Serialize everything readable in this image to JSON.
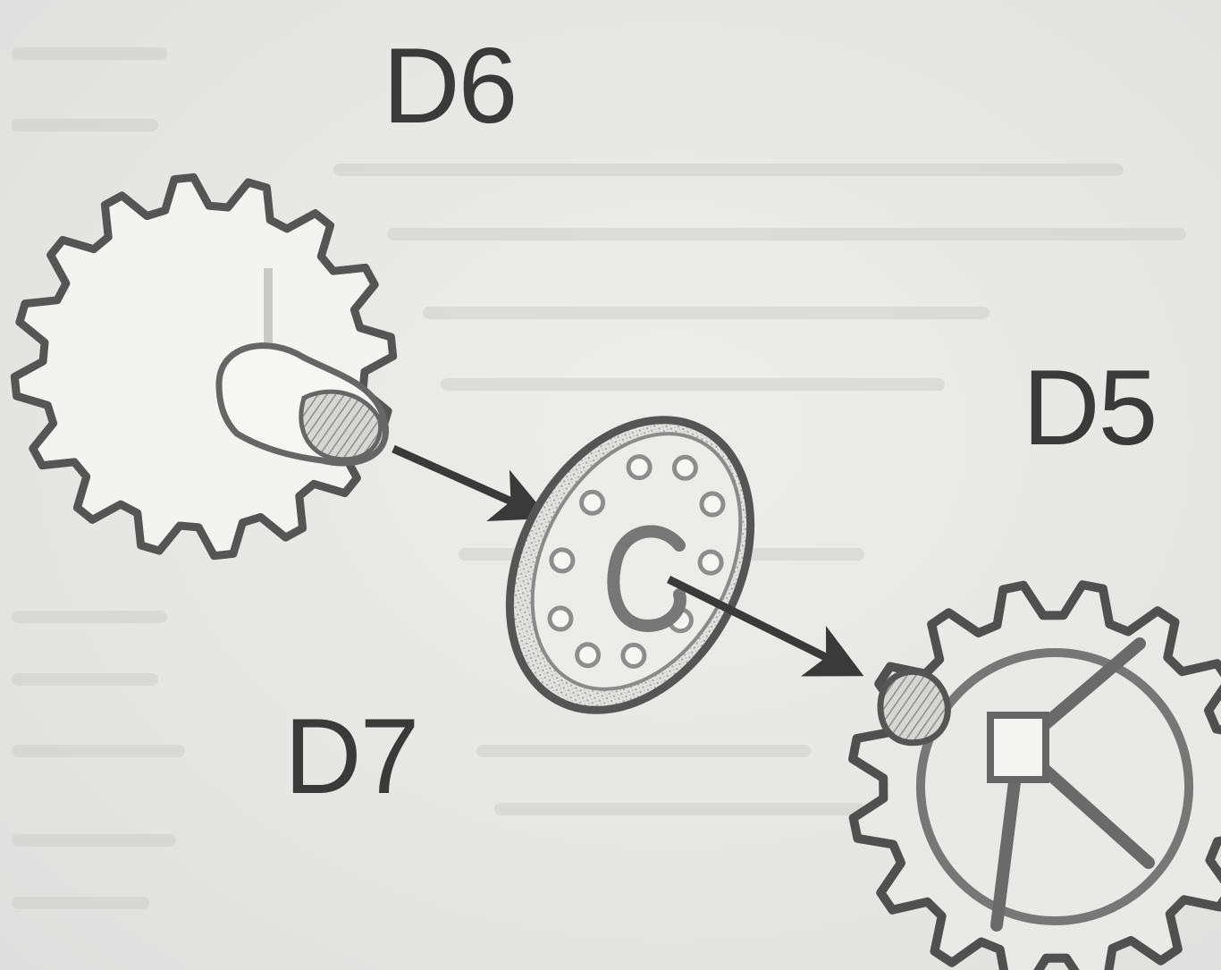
{
  "labels": {
    "d6": "D6",
    "d5": "D5",
    "d7": "D7"
  },
  "parts": [
    {
      "id": "D6",
      "shape": "gear-with-cam"
    },
    {
      "id": "D7",
      "shape": "disc-with-holes"
    },
    {
      "id": "D5",
      "shape": "spoked-gear"
    }
  ],
  "connections": [
    {
      "from": "D6",
      "to": "D7"
    },
    {
      "from": "D7",
      "to": "D5"
    }
  ],
  "colors": {
    "background": "#e8e8e6",
    "ink": "#3a3a3a",
    "part_fill": "#f2f2f0",
    "shading": "#9a9a9a"
  }
}
